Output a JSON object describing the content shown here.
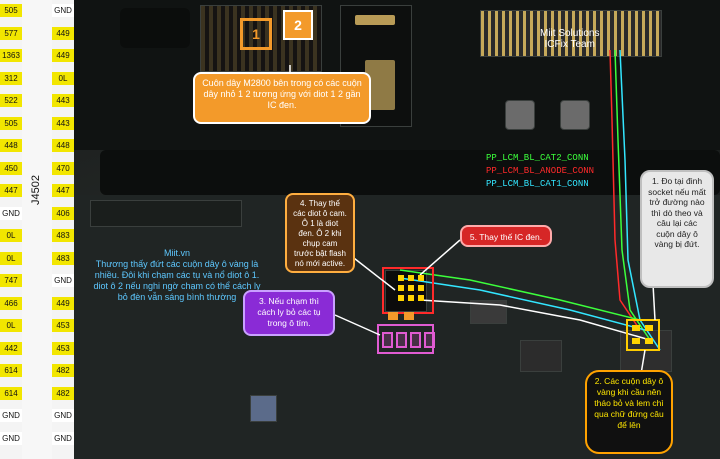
{
  "connector": {
    "label": "J4502",
    "left_pins": [
      "505",
      "577",
      "1363",
      "312",
      "522",
      "505",
      "448",
      "450",
      "447",
      "GND",
      "0L",
      "0L",
      "747",
      "466",
      "0L",
      "442",
      "614",
      "614",
      "GND",
      "GND"
    ],
    "right_pins": [
      "GND",
      "449",
      "449",
      "0L",
      "443",
      "443",
      "448",
      "470",
      "447",
      "406",
      "483",
      "483",
      "GND",
      "449",
      "453",
      "453",
      "482",
      "482",
      "GND",
      "GND"
    ]
  },
  "brand": {
    "line1": "Miit Solutions",
    "line2": "ICFix Team"
  },
  "watermark": "Miit.vn",
  "markers": {
    "m1": "1",
    "m2": "2"
  },
  "signals": {
    "cat2": "PP_LCM_BL_CAT2_CONN",
    "anode": "PP_LCM_BL_ANODE_CONN",
    "cat1": "PP_LCM_BL_CAT1_CONN"
  },
  "callouts": {
    "coil_note": "Cuôn dây M2800 bên trong có các cuộn dây nhỏ 1 2 tương ứng với diot 1 2 gần IC đen.",
    "blue_note": "Thương thấy đứt các cuộn dây ô vàng là nhiều. Đôi khi chạm các tụ và nổ diot ô 1. diot ô 2 nếu nghi ngờ chạm có thể cách ly bỏ đèn vẫn sáng bình thường",
    "step1": "1. Đo tại đinh socket nếu mất trở đường nào thì dò theo và câu lại các cuộn dây ô vàng bị đứt.",
    "step2": "2. Các cuộn dây ô vàng khi cầu nên tháo bỏ và lem chì qua chữ đứng câu để lên",
    "step3": "3. Nếu chạm thì cách ly bỏ các tụ trong ô tím.",
    "step4": "4. Thay thế các diot ô cam. Ô 1 là diot đen. Ô 2 khi chụp cam trước bật flash nó mới active.",
    "step5": "5. Thay thế IC đen."
  },
  "colors": {
    "cat2": "#3cff3c",
    "anode": "#ff2a2a",
    "cat1": "#33e6ff"
  }
}
